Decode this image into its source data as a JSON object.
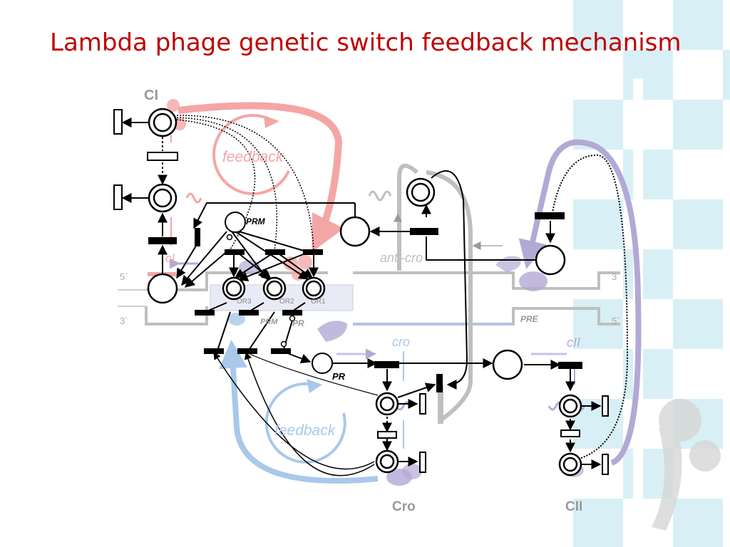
{
  "title": "Lambda phage genetic switch feedback mechanism",
  "colors": {
    "title": "#c00000",
    "ci_feedback": "#f4a6a6",
    "cro_feedback": "#a9c8ea",
    "cii_feedback": "#b3a9d6",
    "dna_gray": "#bfbfbf",
    "deco_tile": "#d8f0f5"
  },
  "diagram": {
    "proteins": {
      "ci": "CI",
      "cro": "Cro",
      "cii": "CII"
    },
    "genes": {
      "ci": "cI",
      "cro": "cro",
      "cii": "cII",
      "anti_cro": "anti-cro"
    },
    "promoters": {
      "prm": "PRM",
      "pr": "PR",
      "pre": "PRE"
    },
    "operators": {
      "or3": "OR3",
      "or2": "OR2",
      "or1": "OR1"
    },
    "strand_labels": {
      "five_prime": "5`",
      "three_prime": "3`"
    },
    "feedback_label": "feedback"
  }
}
